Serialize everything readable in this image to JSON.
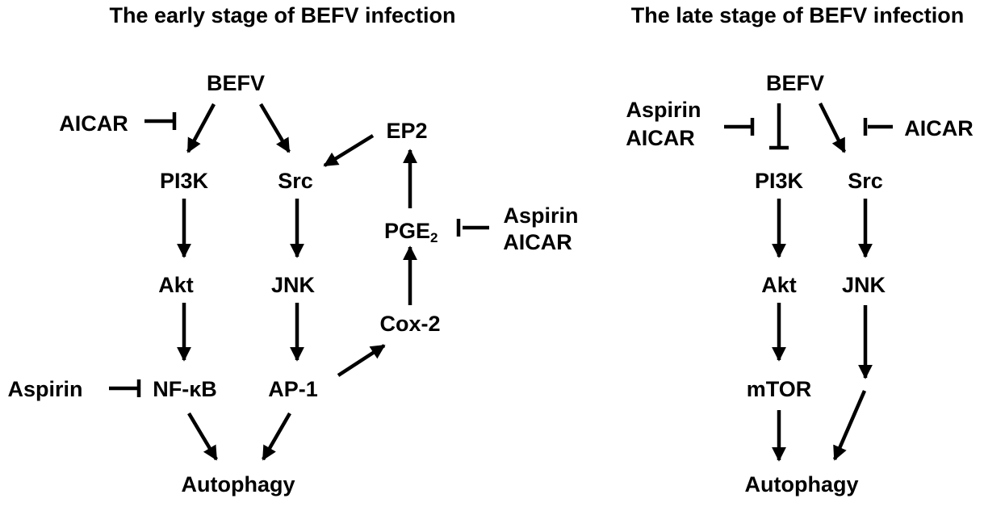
{
  "early": {
    "title": "The early stage of BEFV infection",
    "befv": "BEFV",
    "aicar": "AICAR",
    "pi3k": "PI3K",
    "src": "Src",
    "ep2": "EP2",
    "pge2_main": "PGE",
    "pge2_sub": "2",
    "aspirin_pge": "Aspirin",
    "aicar_pge": "AICAR",
    "akt": "Akt",
    "jnk": "JNK",
    "cox2": "Cox-2",
    "aspirin_nfkb": "Aspirin",
    "nfkb": "NF-κB",
    "ap1": "AP-1",
    "autophagy": "Autophagy"
  },
  "late": {
    "title": "The late stage of BEFV infection",
    "befv": "BEFV",
    "aspirin": "Aspirin",
    "aicar_left": "AICAR",
    "aicar_right": "AICAR",
    "pi3k": "PI3K",
    "src": "Src",
    "akt": "Akt",
    "jnk": "JNK",
    "mtor": "mTOR",
    "autophagy": "Autophagy"
  }
}
